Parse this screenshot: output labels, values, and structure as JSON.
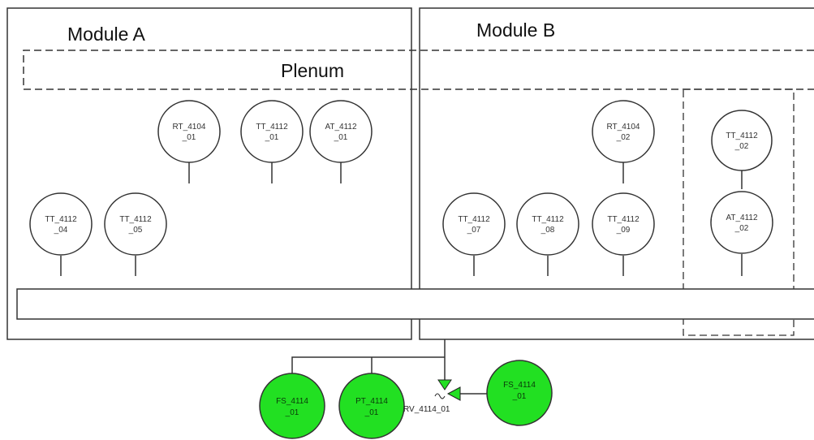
{
  "modules": [
    {
      "id": "A",
      "title": "Module A"
    },
    {
      "id": "B",
      "title": "Module B"
    }
  ],
  "plenum": {
    "label": "Plenum"
  },
  "sensors": [
    {
      "id": "rt4104-01",
      "line1": "RT_4104",
      "line2": "_01"
    },
    {
      "id": "tt4112-01",
      "line1": "TT_4112",
      "line2": "_01"
    },
    {
      "id": "at4112-01",
      "line1": "AT_4112",
      "line2": "_01"
    },
    {
      "id": "tt4112-04",
      "line1": "TT_4112",
      "line2": "_04"
    },
    {
      "id": "tt4112-05",
      "line1": "TT_4112",
      "line2": "_05"
    },
    {
      "id": "rt4104-02",
      "line1": "RT_4104",
      "line2": "_02"
    },
    {
      "id": "tt4112-02",
      "line1": "TT_4112",
      "line2": "_02"
    },
    {
      "id": "at4112-02",
      "line1": "AT_4112",
      "line2": "_02"
    },
    {
      "id": "tt4112-07",
      "line1": "TT_4112",
      "line2": "_07"
    },
    {
      "id": "tt4112-08",
      "line1": "TT_4112",
      "line2": "_08"
    },
    {
      "id": "tt4112-09",
      "line1": "TT_4112",
      "line2": "_09"
    }
  ],
  "flow_instruments": [
    {
      "id": "fs4114-01-left",
      "line1": "FS_4114",
      "line2": "_01"
    },
    {
      "id": "pt4114-01",
      "line1": "PT_4114",
      "line2": "_01"
    },
    {
      "id": "fs4114-01-right",
      "line1": "FS_4114",
      "line2": "_01"
    }
  ],
  "valve": {
    "label": "RV_4114_01"
  },
  "colors": {
    "active_fill": "#22e022",
    "outline": "#333333",
    "background": "#ffffff"
  }
}
